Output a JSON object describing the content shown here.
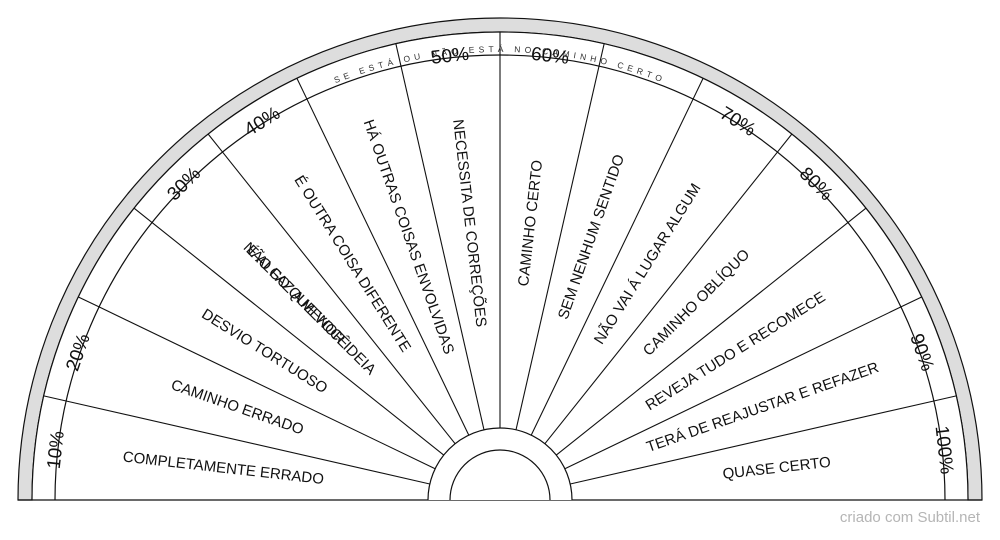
{
  "title_arc": "SE ESTÁ OU NÃO ESTÁ NO CAMINHO CERTO",
  "segments": [
    {
      "percent": "10%",
      "label": "COMPLETAMENTE ERRADO"
    },
    {
      "percent": "20%",
      "label": "CAMINHO ERRADO"
    },
    {
      "percent": "",
      "label": "DESVIO TORTUOSO"
    },
    {
      "percent": "30%",
      "label": "É ALGO QUE VOCÊ|NÃO FAZ A MENOR IDEIA"
    },
    {
      "percent": "40%",
      "label": "É OUTRA COISA DIFERENTE"
    },
    {
      "percent": "",
      "label": "HÁ OUTRAS COISAS ENVOLVIDAS"
    },
    {
      "percent": "50%",
      "label": "NECESSITA DE CORREÇÕES"
    },
    {
      "percent": "60%",
      "label": "CAMINHO CERTO"
    },
    {
      "percent": "",
      "label": "SEM NENHUM SENTIDO"
    },
    {
      "percent": "70%",
      "label": "NÃO VAI Á LUGAR ALGUM"
    },
    {
      "percent": "80%",
      "label": "CAMINHO OBLÍQUO"
    },
    {
      "percent": "",
      "label": "REVEJA TUDO E RECOMECE"
    },
    {
      "percent": "90%",
      "label": "TERÁ DE REAJUSTAR E REFAZER"
    },
    {
      "percent": "100%",
      "label": "QUASE CERTO"
    }
  ],
  "credit": "criado com Subtil.net",
  "colors": {
    "line": "#111111",
    "rim_fill": "#dddddd",
    "credit": "#b5b5b5"
  }
}
